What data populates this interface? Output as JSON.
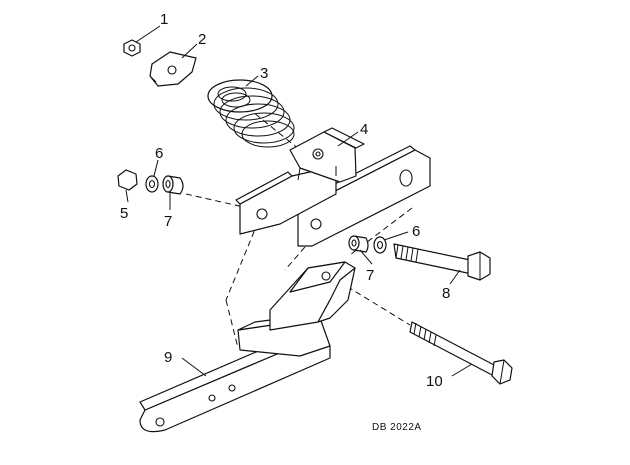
{
  "callouts": [
    "1",
    "2",
    "3",
    "4",
    "5",
    "6",
    "7",
    "6",
    "7",
    "8",
    "9",
    "10"
  ],
  "caption": "DB 2022A"
}
